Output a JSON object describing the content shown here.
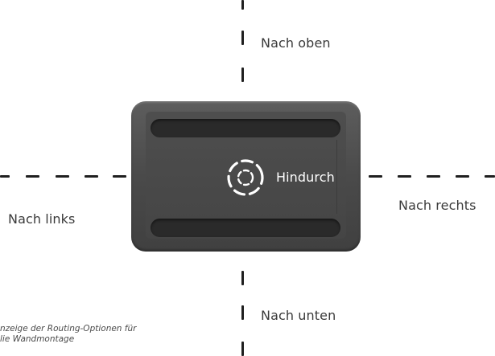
{
  "labels": {
    "up": "Nach oben",
    "down": "Nach unten",
    "left": "Nach links",
    "right": "Nach rechts",
    "through": "Hindurch"
  },
  "caption": {
    "line1": "nzeige der Routing-Optionen für",
    "line2": "lie Wandmontage"
  },
  "icons": {
    "through": "dashed-circle-icon"
  },
  "colors": {
    "device_body": "#4a4a4a",
    "device_slot": "#2a2a2a",
    "dash": "#1f1f1f",
    "text": "#3a3a3a",
    "through_label": "#ffffff"
  }
}
